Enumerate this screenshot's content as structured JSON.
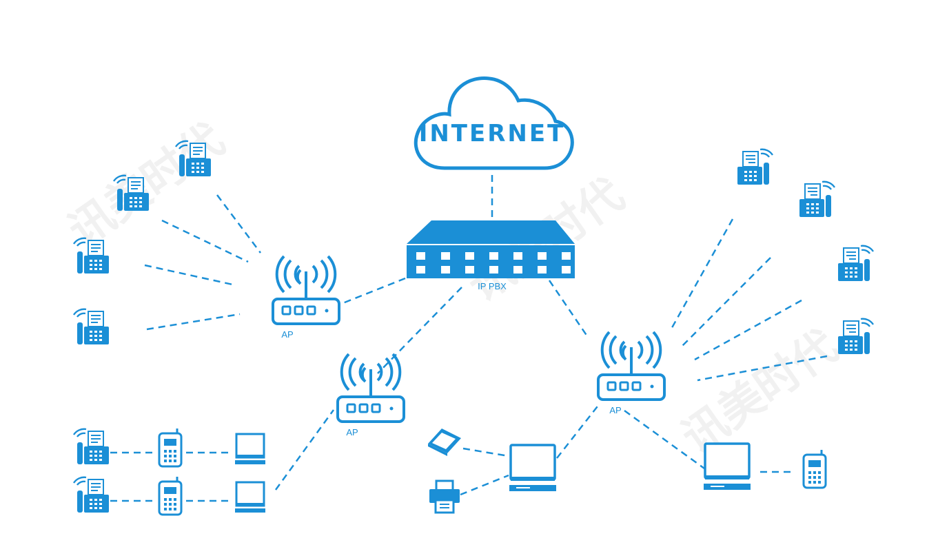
{
  "colors": {
    "primary": "#1b8fd6",
    "background": "#ffffff",
    "watermark": "#d9d9d9"
  },
  "cloud": {
    "label": "INTERNET",
    "icon": "cloud-icon"
  },
  "pbx": {
    "label": "IP PBX",
    "icon": "ip-pbx-switch-icon"
  },
  "access_points": [
    {
      "id": "ap-left",
      "label": "AP"
    },
    {
      "id": "ap-center",
      "label": "AP"
    },
    {
      "id": "ap-right",
      "label": "AP"
    }
  ],
  "watermark": {
    "text": "讯美时代"
  },
  "icons": {
    "fax": "fax-machine-icon",
    "phone": "ip-phone-icon",
    "computer": "computer-icon",
    "scanner": "scanner-icon",
    "printer": "printer-icon",
    "router": "wireless-router-icon"
  }
}
